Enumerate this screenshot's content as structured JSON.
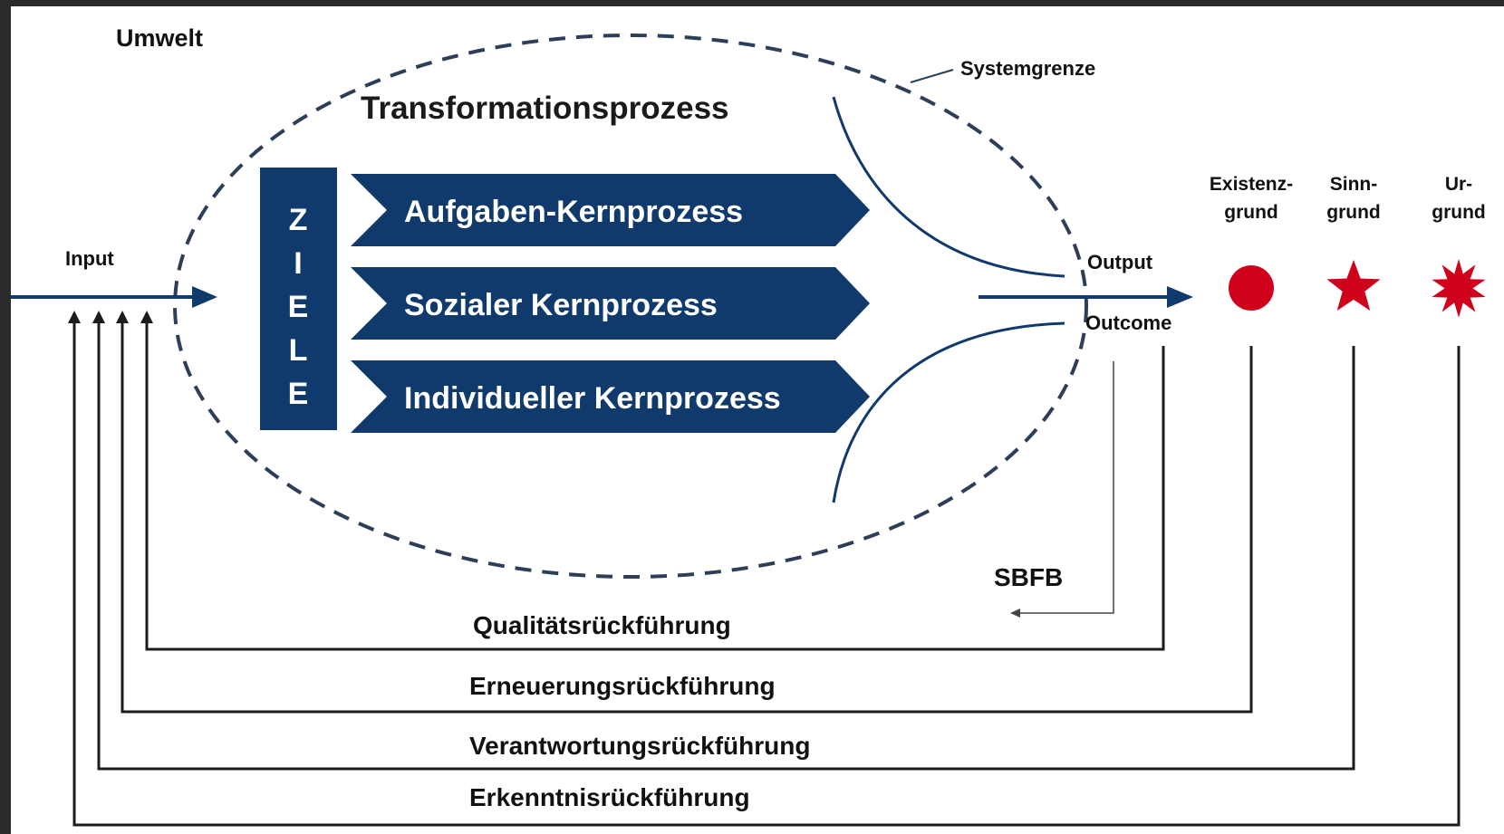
{
  "environment_label": "Umwelt",
  "system_boundary_label": "Systemgrenze",
  "process_title": "Transformationsprozess",
  "goals_letters": [
    "Z",
    "I",
    "E",
    "L",
    "E"
  ],
  "core_processes": [
    "Aufgaben-Kernprozess",
    "Sozialer Kernprozess",
    "Individueller Kernprozess"
  ],
  "input_label": "Input",
  "output_label": "Output",
  "outcome_label": "Outcome",
  "reasons": [
    {
      "line1": "Existenz-",
      "line2": "grund",
      "icon": "circle-icon"
    },
    {
      "line1": "Sinn-",
      "line2": "grund",
      "icon": "star-icon"
    },
    {
      "line1": "Ur-",
      "line2": "grund",
      "icon": "burst-icon"
    }
  ],
  "sbfb_label": "SBFB",
  "feedback_loops": [
    "Qualitätsrückführung",
    "Erneuerungsrückführung",
    "Verantwortungsrückführung",
    "Erkenntnisrückführung"
  ],
  "colors": {
    "navy": "#0f3a6b",
    "red": "#d0021b",
    "line": "#1c1c1c",
    "background": "#2b2b2b",
    "canvas": "#ffffff"
  }
}
